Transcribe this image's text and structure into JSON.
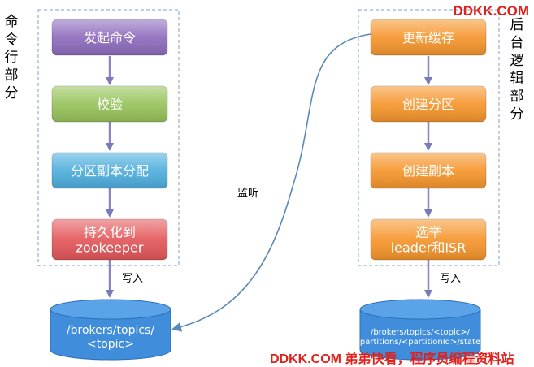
{
  "left_section": {
    "label": "命令行部分",
    "steps": [
      {
        "lines": [
          "发起命令"
        ],
        "color": "#8e6bbd"
      },
      {
        "lines": [
          "校验"
        ],
        "color": "#97c35a"
      },
      {
        "lines": [
          "分区副本分配"
        ],
        "color": "#4eaedd"
      },
      {
        "lines": [
          "持久化到",
          "zookeeper"
        ],
        "color": "#e4575a"
      }
    ],
    "write_label": "写入",
    "store_lines": [
      "/brokers/topics/",
      "<topic>"
    ]
  },
  "right_section": {
    "label": "后台逻辑部分",
    "steps": [
      {
        "lines": [
          "更新缓存"
        ],
        "color": "#f6962d"
      },
      {
        "lines": [
          "创建分区"
        ],
        "color": "#f6962d"
      },
      {
        "lines": [
          "创建副本"
        ],
        "color": "#f6962d"
      },
      {
        "lines": [
          "选举",
          "leader和ISR"
        ],
        "color": "#f6962d"
      }
    ],
    "write_label": "写入",
    "store_lines": [
      "/brokers/topics/<topic>/",
      "partitions/<partitionId>/state"
    ]
  },
  "watch_label": "监听",
  "watermark_top": "DDKK.COM",
  "watermark_bottom": "DDKK.COM 弟弟快看，程序员编程资料站",
  "colors": {
    "cylinder": "#3f8ddb",
    "arrow": "#8a86c2",
    "curve": "#5a89b8",
    "dashed_border": "#7f9fcf"
  }
}
